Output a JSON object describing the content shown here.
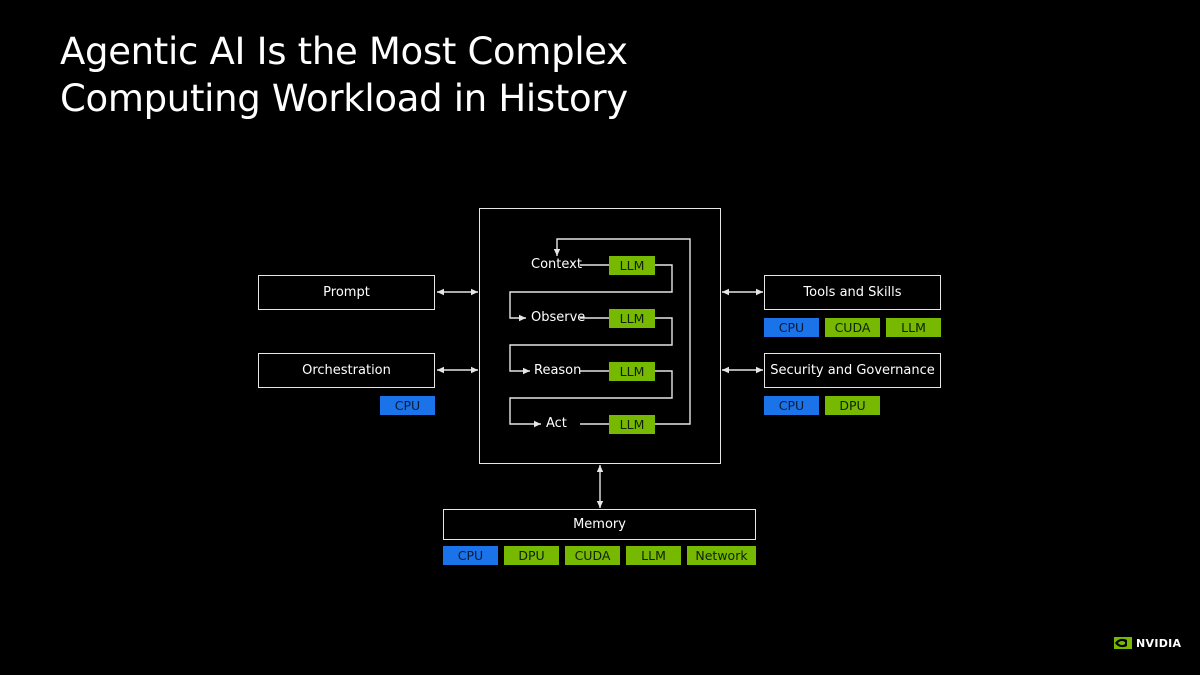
{
  "slide": {
    "title_line1": "Agentic AI Is the Most Complex",
    "title_line2": "Computing Workload in History"
  },
  "colors": {
    "background": "#000000",
    "cpu": "#1a73e8",
    "accelerator": "#76b900",
    "line": "#e6e6e6"
  },
  "left_boxes": {
    "prompt": "Prompt",
    "orchestration": "Orchestration",
    "orchestration_tags": [
      "CPU"
    ]
  },
  "right_boxes": {
    "tools": "Tools and Skills",
    "tools_tags": [
      "CPU",
      "CUDA",
      "LLM"
    ],
    "security": "Security and Governance",
    "security_tags": [
      "CPU",
      "DPU"
    ]
  },
  "loop": {
    "steps": [
      "Context",
      "Observe",
      "Reason",
      "Act"
    ],
    "model_tag": "LLM"
  },
  "memory": {
    "label": "Memory",
    "tags": [
      "CPU",
      "DPU",
      "CUDA",
      "LLM",
      "Network"
    ]
  },
  "logo": {
    "text": "NVIDIA",
    "icon": "nvidia-eye-icon"
  }
}
